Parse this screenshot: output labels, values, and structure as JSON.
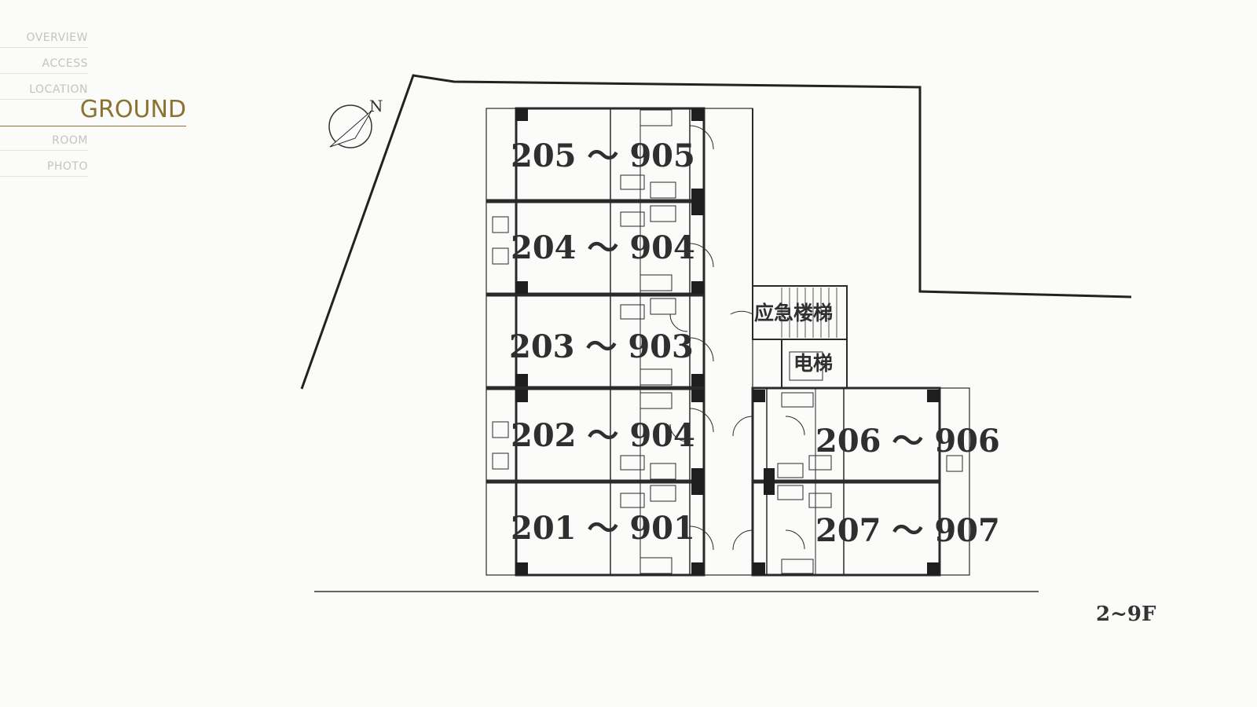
{
  "nav": {
    "items": [
      {
        "label": "OVERVIEW"
      },
      {
        "label": "ACCESS"
      },
      {
        "label": "LOCATION"
      },
      {
        "label": "GROUND",
        "active": true
      },
      {
        "label": "ROOM"
      },
      {
        "label": "PHOTO"
      }
    ]
  },
  "plan": {
    "north_label": "N",
    "units": [
      {
        "label": "205 ～ 905"
      },
      {
        "label": "204 ～ 904"
      },
      {
        "label": "203 ～ 903"
      },
      {
        "label": "202 ～ 904"
      },
      {
        "label": "201 ～ 901"
      },
      {
        "label": "206 ～ 906"
      },
      {
        "label": "207 ～ 907"
      }
    ],
    "emergency_stairs": "应急楼梯",
    "elevator": "电梯",
    "floor_range": "2~9F"
  }
}
